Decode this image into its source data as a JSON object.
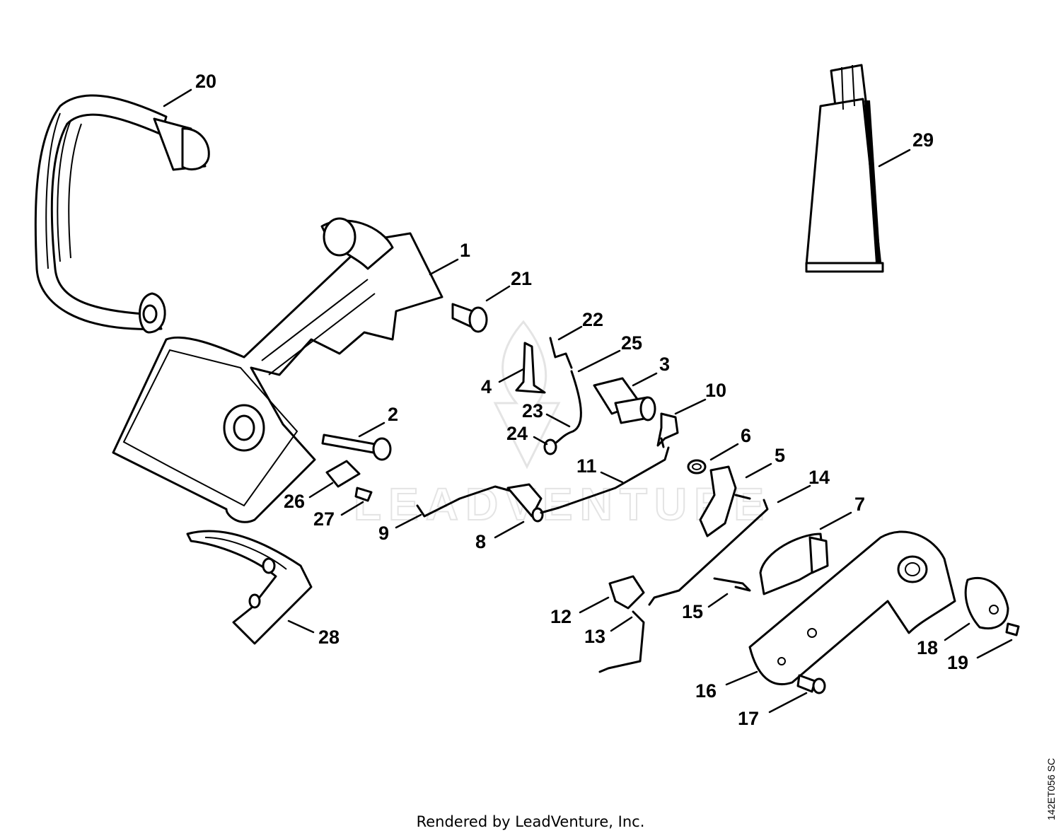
{
  "watermark": {
    "brand": "LEADVENTURE"
  },
  "credit": "Rendered by LeadVenture, Inc.",
  "drawing_code": "142ET056 SC",
  "colors": {
    "ink": "#000000",
    "background": "#ffffff",
    "watermark": "#e4e4e4"
  },
  "callouts": [
    {
      "label": "1"
    },
    {
      "label": "2"
    },
    {
      "label": "3"
    },
    {
      "label": "4"
    },
    {
      "label": "5"
    },
    {
      "label": "6"
    },
    {
      "label": "7"
    },
    {
      "label": "8"
    },
    {
      "label": "9"
    },
    {
      "label": "10"
    },
    {
      "label": "11"
    },
    {
      "label": "12"
    },
    {
      "label": "13"
    },
    {
      "label": "14"
    },
    {
      "label": "15"
    },
    {
      "label": "16"
    },
    {
      "label": "17"
    },
    {
      "label": "18"
    },
    {
      "label": "19"
    },
    {
      "label": "20"
    },
    {
      "label": "21"
    },
    {
      "label": "22"
    },
    {
      "label": "23"
    },
    {
      "label": "24"
    },
    {
      "label": "25"
    },
    {
      "label": "26"
    },
    {
      "label": "27"
    },
    {
      "label": "28"
    },
    {
      "label": "29"
    }
  ]
}
